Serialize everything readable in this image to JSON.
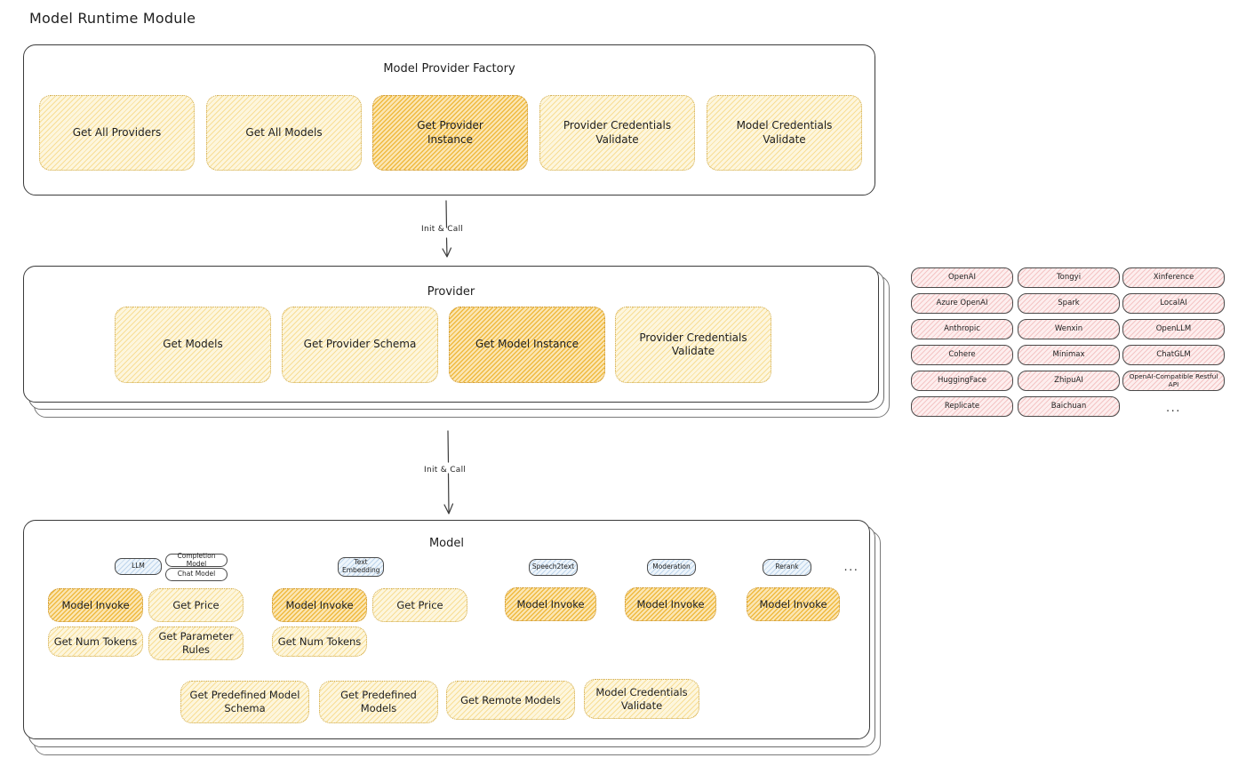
{
  "page": {
    "title": "Model Runtime Module"
  },
  "colors": {
    "stroke": "#3b3b3b",
    "chip_fill": "#fdf6dd",
    "chip_fill_highlight": "#fbe6b4",
    "chip_border": "#cfa94a",
    "provider_pill_fill": "#fdeeee",
    "type_badge_fill": "#eef5fb",
    "text": "#1e1e1e"
  },
  "factory": {
    "title": "Model Provider Factory",
    "methods": [
      {
        "label": "Get All Providers",
        "highlight": false
      },
      {
        "label": "Get All Models",
        "highlight": false
      },
      {
        "label": "Get Provider Instance",
        "highlight": true
      },
      {
        "label": "Provider Credentials Validate",
        "highlight": false
      },
      {
        "label": "Model Credentials Validate",
        "highlight": false
      }
    ]
  },
  "arrows": {
    "factory_to_provider": "Init & Call",
    "provider_to_model": "Init & Call"
  },
  "provider": {
    "title": "Provider",
    "methods": [
      {
        "label": "Get Models",
        "highlight": false
      },
      {
        "label": "Get Provider Schema",
        "highlight": false
      },
      {
        "label": "Get Model Instance",
        "highlight": true
      },
      {
        "label": "Provider Credentials Validate",
        "highlight": false
      }
    ]
  },
  "provider_list": {
    "columns": [
      [
        "OpenAI",
        "Azure OpenAI",
        "Anthropic",
        "Cohere",
        "HuggingFace",
        "Replicate"
      ],
      [
        "Tongyi",
        "Spark",
        "Wenxin",
        "Minimax",
        "ZhipuAI",
        "Baichuan"
      ],
      [
        "Xinference",
        "LocalAI",
        "OpenLLM",
        "ChatGLM",
        "OpenAI-Compatible Restful API"
      ]
    ],
    "more": "..."
  },
  "model": {
    "title": "Model",
    "more": "...",
    "types": [
      {
        "name": "LLM",
        "tags": [
          "Completion Model",
          "Chat Model"
        ],
        "methods": [
          {
            "label": "Model Invoke",
            "highlight": true
          },
          {
            "label": "Get Price",
            "highlight": false
          },
          {
            "label": "Get Num Tokens",
            "highlight": false
          },
          {
            "label": "Get Parameter Rules",
            "highlight": false
          }
        ]
      },
      {
        "name": "Text Embedding",
        "tags": [],
        "methods": [
          {
            "label": "Model Invoke",
            "highlight": true
          },
          {
            "label": "Get Price",
            "highlight": false
          },
          {
            "label": "Get Num Tokens",
            "highlight": false
          }
        ]
      },
      {
        "name": "Speech2text",
        "tags": [],
        "methods": [
          {
            "label": "Model Invoke",
            "highlight": true
          }
        ]
      },
      {
        "name": "Moderation",
        "tags": [],
        "methods": [
          {
            "label": "Model Invoke",
            "highlight": true
          }
        ]
      },
      {
        "name": "Rerank",
        "tags": [],
        "methods": [
          {
            "label": "Model Invoke",
            "highlight": true
          }
        ]
      }
    ],
    "common_methods": [
      "Get Predefined Model Schema",
      "Get Predefined Models",
      "Get Remote Models",
      "Model Credentials Validate"
    ]
  }
}
